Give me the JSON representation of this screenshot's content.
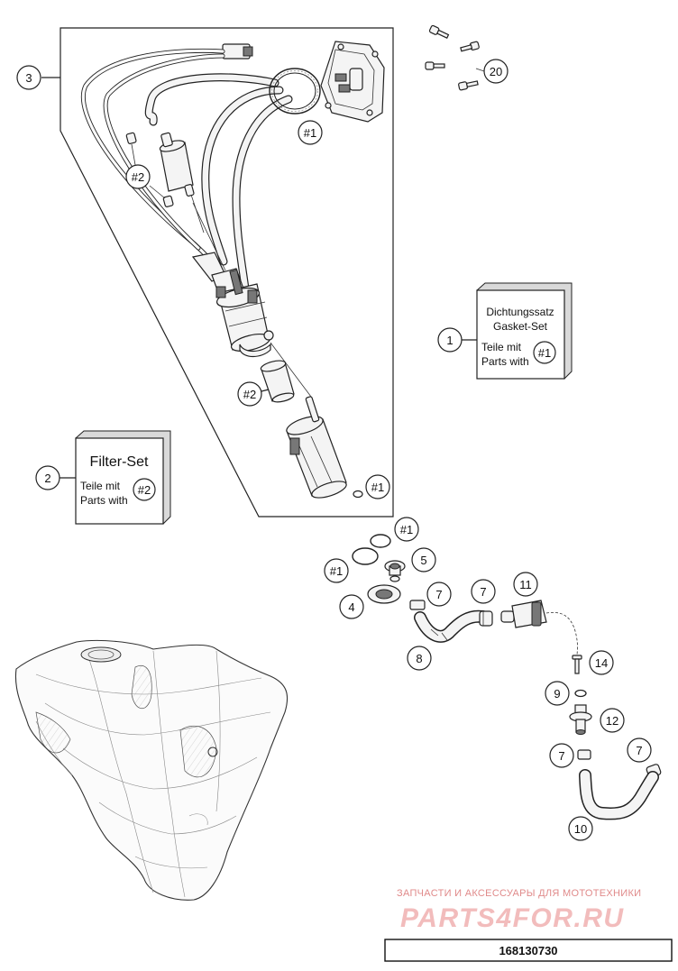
{
  "diagram": {
    "callouts": [
      {
        "id": "c3",
        "text": "3"
      },
      {
        "id": "c20",
        "text": "20"
      },
      {
        "id": "c1a",
        "text": "#1"
      },
      {
        "id": "c2a",
        "text": "#2"
      },
      {
        "id": "c2b",
        "text": "#2"
      },
      {
        "id": "c1b",
        "text": "#1"
      },
      {
        "id": "c1",
        "text": "1"
      },
      {
        "id": "c2",
        "text": "2"
      },
      {
        "id": "c1c",
        "text": "#1"
      },
      {
        "id": "c1d",
        "text": "#1"
      },
      {
        "id": "c5",
        "text": "5"
      },
      {
        "id": "c4",
        "text": "4"
      },
      {
        "id": "c7a",
        "text": "7"
      },
      {
        "id": "c7b",
        "text": "7"
      },
      {
        "id": "c11",
        "text": "11"
      },
      {
        "id": "c8",
        "text": "8"
      },
      {
        "id": "c14",
        "text": "14"
      },
      {
        "id": "c9",
        "text": "9"
      },
      {
        "id": "c12",
        "text": "12"
      },
      {
        "id": "c7c",
        "text": "7"
      },
      {
        "id": "c7d",
        "text": "7"
      },
      {
        "id": "c10",
        "text": "10"
      }
    ],
    "gasket_set_box": {
      "title_de": "Dichtungssatz",
      "title_en": "Gasket-Set",
      "parts_de": "Teile mit",
      "parts_en": "Parts with",
      "marker": "#1"
    },
    "filter_set_box": {
      "title": "Filter-Set",
      "parts_de": "Teile mit",
      "parts_en": "Parts with",
      "marker": "#2"
    },
    "watermark": {
      "caption": "ЗАПЧАСТИ И АКСЕССУАРЫ ДЛЯ МОТОТЕХНИКИ",
      "brand": "PARTS4FOR.RU"
    },
    "drawing_number": "168130730"
  }
}
